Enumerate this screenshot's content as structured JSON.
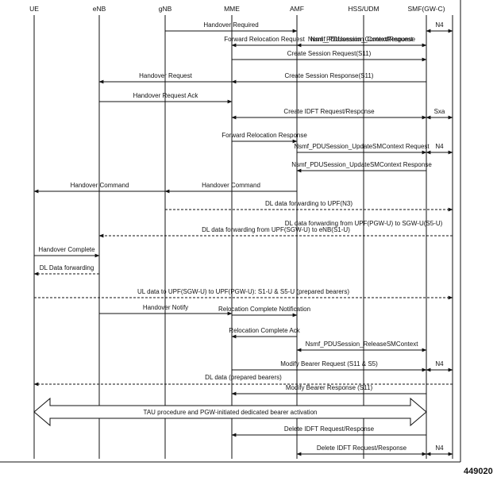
{
  "entities": [
    {
      "key": "ue",
      "label": "UE"
    },
    {
      "key": "enb",
      "label": "eNB"
    },
    {
      "key": "gnb",
      "label": "gNB"
    },
    {
      "key": "mme",
      "label": "MME"
    },
    {
      "key": "amf",
      "label": "AMF"
    },
    {
      "key": "hss",
      "label": "HSS/UDM"
    },
    {
      "key": "smf",
      "label": "SMF(GW-C)"
    }
  ],
  "extra_lifeline": "n4",
  "messages": [
    {
      "from": "gnb",
      "to": "amf",
      "label": "Handover Required",
      "style": "solid",
      "dir": "to"
    },
    {
      "from": "amf",
      "to": "smf",
      "label": "Nsmf_PDUsession_ContextRequest",
      "style": "solid",
      "dir": "to"
    },
    {
      "from": "smf",
      "to": "n4",
      "label": "N4",
      "style": "solid",
      "dir": "both"
    },
    {
      "from": "amf",
      "to": "mme",
      "label": "Forward Relocation Request",
      "style": "solid",
      "dir": "to"
    },
    {
      "from": "smf",
      "to": "amf",
      "label": "Nsmf_PDUsession_ContextResponse",
      "style": "solid",
      "dir": "to"
    },
    {
      "from": "mme",
      "to": "smf",
      "label": "Create Session Request(S11)",
      "style": "solid",
      "dir": "to"
    },
    {
      "from": "mme",
      "to": "enb",
      "label": "Handover Request",
      "style": "solid",
      "dir": "to"
    },
    {
      "from": "smf",
      "to": "mme",
      "label": "Create Session Response(S11)",
      "style": "solid",
      "dir": "to"
    },
    {
      "from": "enb",
      "to": "mme",
      "label": "Handover Request Ack",
      "style": "solid",
      "dir": "to"
    },
    {
      "from": "mme",
      "to": "smf",
      "label": "Create IDFT Request/Response",
      "style": "solid",
      "dir": "both"
    },
    {
      "from": "smf",
      "to": "n4",
      "label": "Sxa",
      "style": "solid",
      "dir": "both"
    },
    {
      "from": "mme",
      "to": "amf",
      "label": "Forward Relocation Response",
      "style": "solid",
      "dir": "to"
    },
    {
      "from": "amf",
      "to": "smf",
      "label": "Nsmf_PDUSession_UpdateSMContext Request",
      "style": "solid",
      "dir": "to"
    },
    {
      "from": "smf",
      "to": "n4",
      "label": "N4",
      "style": "solid",
      "dir": "both"
    },
    {
      "from": "smf",
      "to": "amf",
      "label": "Nsmf_PDUSession_UpdateSMContext Response",
      "style": "solid",
      "dir": "to"
    },
    {
      "from": "gnb",
      "to": "ue",
      "label": "Handover Command",
      "style": "solid",
      "dir": "to"
    },
    {
      "from": "amf",
      "to": "gnb",
      "label": "Handover Command",
      "style": "solid",
      "dir": "to"
    },
    {
      "from": "gnb",
      "to": "n4",
      "label": "DL data forwarding to UPF(N3)",
      "style": "dashed",
      "dir": "to"
    },
    {
      "from": "n4",
      "to": "enb",
      "label": "DL data forwarding from UPF(SGW-U) to eNB(S1-U)",
      "style": "dashed",
      "dir": "to"
    },
    {
      "from": "ue",
      "to": "enb",
      "label": "Handover Complete",
      "style": "solid",
      "dir": "to"
    },
    {
      "from": "enb",
      "to": "ue",
      "label": "DL Data forwarding",
      "style": "dashed",
      "dir": "to"
    },
    {
      "from": "ue",
      "to": "n4",
      "label": "UL data to UPF(SGW-U) to UPF(PGW-U): S1-U & S5-U (prepared bearers)",
      "style": "dashed",
      "dir": "to"
    },
    {
      "from": "enb",
      "to": "mme",
      "label": "Handover Notify",
      "style": "solid",
      "dir": "to"
    },
    {
      "from": "mme",
      "to": "amf",
      "label": "Relocation Complete Notification",
      "style": "solid",
      "dir": "to"
    },
    {
      "from": "amf",
      "to": "mme",
      "label": "Relocation Complete Ack",
      "style": "solid",
      "dir": "to"
    },
    {
      "from": "amf",
      "to": "smf",
      "label": "Nsmf_PDUSession_ReleaseSMContext",
      "style": "solid",
      "dir": "both"
    },
    {
      "from": "mme",
      "to": "smf",
      "label": "Modify Bearer Request (S11 & S5)",
      "style": "solid",
      "dir": "to"
    },
    {
      "from": "smf",
      "to": "n4",
      "label": "N4",
      "style": "solid",
      "dir": "both"
    },
    {
      "from": "n4",
      "to": "ue",
      "label": "DL data (prepared bearers)",
      "style": "dashed",
      "dir": "to"
    },
    {
      "from": "smf",
      "to": "mme",
      "label": "Modify Bearer Response (S11)",
      "style": "solid",
      "dir": "to"
    },
    {
      "from": "ue",
      "to": "smf",
      "label": "TAU procedure and PGW-initiated dedicated bearer activation",
      "style": "block",
      "dir": "both"
    },
    {
      "from": "smf",
      "to": "mme",
      "label": "Delete IDFT Request/Response",
      "style": "solid",
      "dir": "to"
    },
    {
      "from": "amf",
      "to": "smf",
      "label": "Delete IDFT Request/Response",
      "style": "solid",
      "dir": "both"
    },
    {
      "from": "smf",
      "to": "n4",
      "label": "N4",
      "style": "solid",
      "dir": "both"
    }
  ],
  "second_line_label": "DL data forwarding from UPF(PGW-U) to SGW-U(S5-U)",
  "figure_number": "449020",
  "colors": {
    "line": "#111111",
    "text": "#111111",
    "background": "#ffffff"
  }
}
